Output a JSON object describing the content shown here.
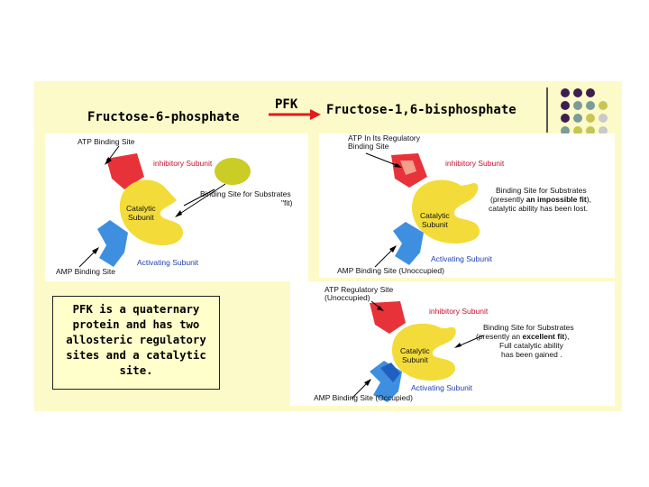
{
  "header": {
    "substrate": "Fructose-6-phosphate",
    "enzyme": "PFK",
    "product": "Fructose-1,6-bisphosphate"
  },
  "colors": {
    "arrow": "#e41b1b",
    "inhibitory_subunit": "#e8323a",
    "inhibitor_bound": "#f2a08a",
    "catalytic_subunit": "#f3dc39",
    "activating_subunit": "#3f8fe0",
    "activator_bound": "#1f5fc0",
    "substrate": "#c9cd25",
    "background": "#fdfac9",
    "dot_purple": "#3e1e4e",
    "dot_teal": "#7a9c9a",
    "dot_olive": "#c6c654",
    "dot_gray": "#c9c9c9"
  },
  "panel1": {
    "atp_label": "ATP Binding Site",
    "inhibitory_label": "inhibitory Subunit",
    "catalytic_line1": "Catalytic",
    "catalytic_line2": "Subunit",
    "binding_line1": "Binding Site for Substrates",
    "binding_line2": "\"fit)",
    "amp_label": "AMP Binding Site",
    "activating_label": "Activating Subunit"
  },
  "panel2": {
    "atp_line1": "ATP In Its Regulatory",
    "atp_line2": "Binding Site",
    "inhibitory_label": "inhibitory Subunit",
    "catalytic_line1": "Catalytic",
    "catalytic_line2": "Subunit",
    "binding_line1": "Binding Site for Substrates",
    "binding_line2_pre": "(presently ",
    "binding_line2_bold": "an impossible fit",
    "binding_line2_post": "),",
    "binding_line3": "catalytic ability has been lost.",
    "activating_label": "Activating Subunit",
    "amp_label": "AMP Binding Site (Unoccupied)"
  },
  "panel3": {
    "atp_line1": "ATP Regulatory Site",
    "atp_line2": "(Unoccupied)",
    "inhibitory_label": "inhibitory Subunit",
    "catalytic_line1": "Catalytic",
    "catalytic_line2": "Subunit",
    "binding_line1": "Binding Site for Substrates",
    "binding_line2_pre": "(presently an ",
    "binding_line2_bold": "excellent fit",
    "binding_line2_post": "),",
    "binding_line3": "Full catalytic ability",
    "binding_line4": "has been gained .",
    "activating_label": "Activating Subunit",
    "amp_label": "AMP Binding Site (Occupied)"
  },
  "textbox": {
    "line1": "PFK is a quaternary",
    "line2": "protein and has two",
    "line3": "allosteric regulatory",
    "line4": "sites and a catalytic",
    "line5": "site."
  }
}
